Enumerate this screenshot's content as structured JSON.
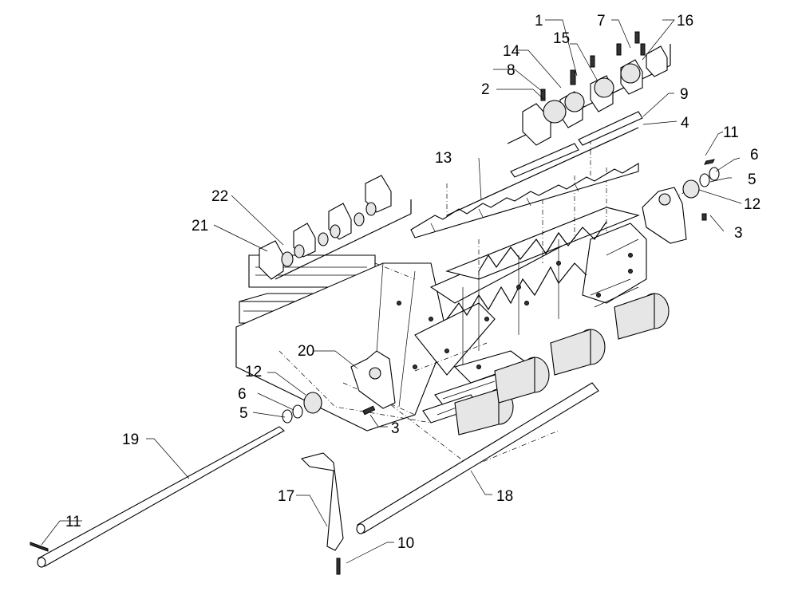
{
  "callouts": [
    {
      "id": "c1",
      "text": "1"
    },
    {
      "id": "c2",
      "text": "2"
    },
    {
      "id": "c3a",
      "text": "3"
    },
    {
      "id": "c3b",
      "text": "3"
    },
    {
      "id": "c4",
      "text": "4"
    },
    {
      "id": "c5a",
      "text": "5"
    },
    {
      "id": "c5b",
      "text": "5"
    },
    {
      "id": "c6a",
      "text": "6"
    },
    {
      "id": "c6b",
      "text": "6"
    },
    {
      "id": "c7",
      "text": "7"
    },
    {
      "id": "c8",
      "text": "8"
    },
    {
      "id": "c9",
      "text": "9"
    },
    {
      "id": "c10",
      "text": "10"
    },
    {
      "id": "c11a",
      "text": "11"
    },
    {
      "id": "c11b",
      "text": "11"
    },
    {
      "id": "c12a",
      "text": "12"
    },
    {
      "id": "c12b",
      "text": "12"
    },
    {
      "id": "c13",
      "text": "13"
    },
    {
      "id": "c14",
      "text": "14"
    },
    {
      "id": "c15",
      "text": "15"
    },
    {
      "id": "c16",
      "text": "16"
    },
    {
      "id": "c17",
      "text": "17"
    },
    {
      "id": "c18",
      "text": "18"
    },
    {
      "id": "c19",
      "text": "19"
    },
    {
      "id": "c20",
      "text": "20"
    },
    {
      "id": "c21",
      "text": "21"
    },
    {
      "id": "c22",
      "text": "22"
    }
  ]
}
